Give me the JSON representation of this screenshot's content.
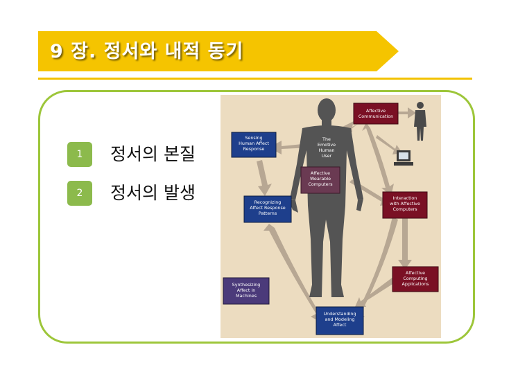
{
  "slide": {
    "title": "9 장.  정서와 내적 동기",
    "items": [
      {
        "number": "1",
        "label": "정서의 본질"
      },
      {
        "number": "2",
        "label": "정서의 발생"
      }
    ]
  },
  "figure": {
    "center_label": [
      "The",
      "Emotive",
      "Human",
      "User"
    ],
    "boxes": {
      "sensing": [
        "Sensing",
        "Human Affect",
        "Response"
      ],
      "recognizing": [
        "Recognizing",
        "Affect Response",
        "Patterns"
      ],
      "synthesizing": [
        "Synthesizing",
        "Affect in",
        "Machines"
      ],
      "understanding": [
        "Understanding",
        "and Modeling",
        "Affect"
      ],
      "affective_communication": [
        "Affective",
        "Communication"
      ],
      "wearable": [
        "Affective",
        "Wearable",
        "Computers"
      ],
      "interaction": [
        "Interaction",
        "with Affective",
        "Computers"
      ],
      "applications": [
        "Affective",
        "Computing",
        "Applications"
      ]
    }
  },
  "colors": {
    "title_banner": "#f5c400",
    "title_rule": "#f2c200",
    "frame_border": "#9dc63a",
    "badge": "#8cba4c",
    "figure_background": "#ecdcc0",
    "blue_box": "#1e3f8c",
    "red_box": "#7a1024",
    "purple_box": "#4b3a7a",
    "silhouette": "#545454",
    "arrow": "#b7a793"
  }
}
